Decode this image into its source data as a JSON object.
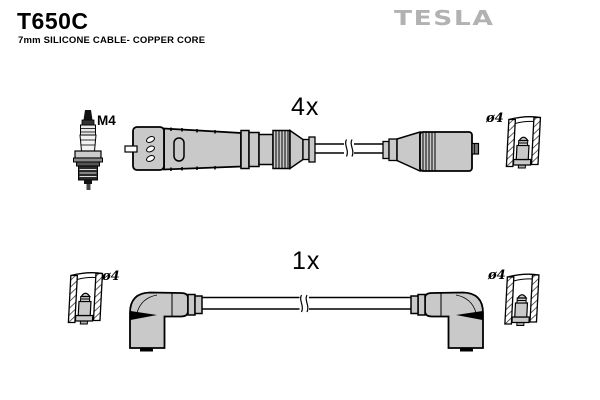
{
  "header": {
    "part_number": "T650C",
    "description": "7mm SILICONE CABLE- COPPER CORE",
    "brand": "TESLA"
  },
  "rows": [
    {
      "id": "straight-ignition-cable",
      "quantity": "4x",
      "plug_thread_label": "M4",
      "boot_diameter_label": "ø4"
    },
    {
      "id": "angled-ignition-cable",
      "quantity": "1x",
      "left_boot_diameter_label": "ø4",
      "right_boot_diameter_label": "ø4"
    }
  ],
  "icons": {
    "spark_plug": "spark-plug-icon",
    "boot_socket": "boot-socket-cutaway-icon",
    "cable_break": "cable-break-icon"
  },
  "colors": {
    "background": "#ffffff",
    "part_fill": "#c9c9c9",
    "part_outline": "#000000",
    "brand_gray": "#b2b2b2",
    "text": "#000000"
  }
}
